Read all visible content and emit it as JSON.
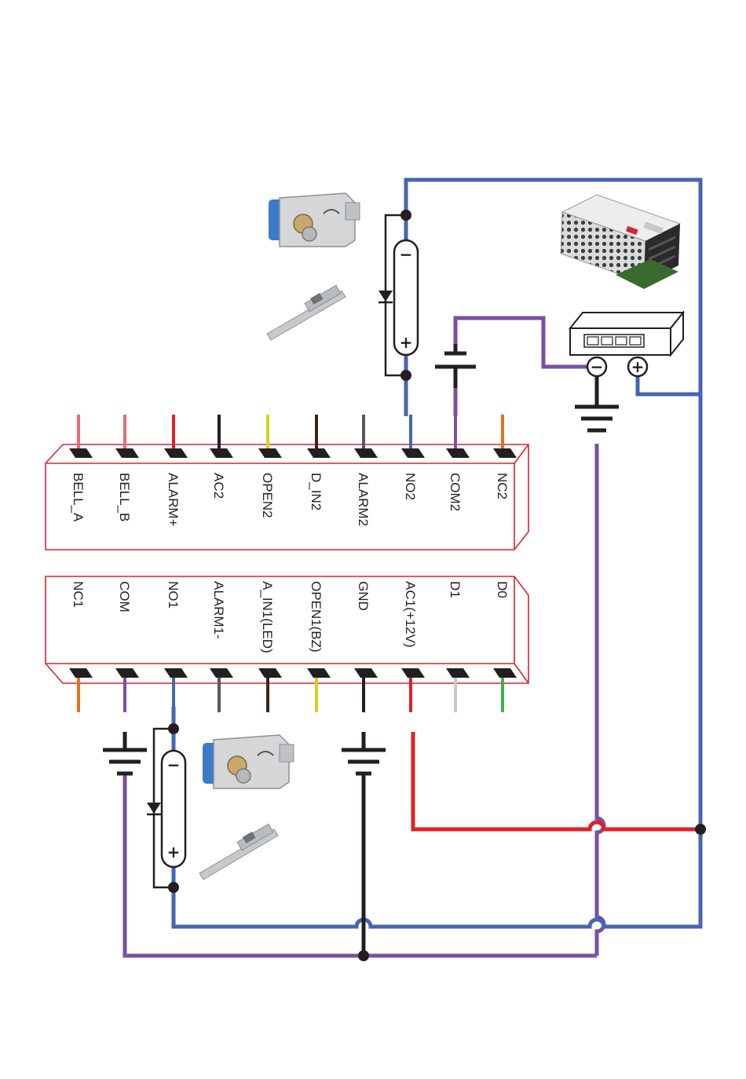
{
  "top_terminal_block": {
    "terminals": [
      {
        "label": "BELL_A",
        "wire_color": "#e8697a"
      },
      {
        "label": "BELL_B",
        "wire_color": "#e8697a"
      },
      {
        "label": "ALARM+",
        "wire_color": "#e21f26"
      },
      {
        "label": "AC2",
        "wire_color": "#231f20"
      },
      {
        "label": "OPEN2",
        "wire_color": "#d6cf1e"
      },
      {
        "label": "D_IN2",
        "wire_color": "#3b2417"
      },
      {
        "label": "ALARM2",
        "wire_color": "#58595b"
      },
      {
        "label": "NO2",
        "wire_color": "#4566b0"
      },
      {
        "label": "COM2",
        "wire_color": "#7b4fa4"
      },
      {
        "label": "NC2",
        "wire_color": "#e86e1c"
      }
    ]
  },
  "bottom_terminal_block": {
    "terminals": [
      {
        "label": "NC1",
        "wire_color": "#e86e1c"
      },
      {
        "label": "COM",
        "wire_color": "#7b4fa4"
      },
      {
        "label": "NO1",
        "wire_color": "#4566b0"
      },
      {
        "label": "ALARM1-",
        "wire_color": "#58595b"
      },
      {
        "label": "A_IN1(LED)",
        "wire_color": "#3b2417"
      },
      {
        "label": "OPEN1(BZ)",
        "wire_color": "#d6cf1e"
      },
      {
        "label": "GND",
        "wire_color": "#231f20"
      },
      {
        "label": "AC1(+12V)",
        "wire_color": "#e21f26"
      },
      {
        "label": "D1",
        "wire_color": "#c8c8c8"
      },
      {
        "label": "D0",
        "wire_color": "#3fb14b"
      }
    ]
  },
  "symbols": {
    "lock_minus": "−",
    "lock_plus": "+",
    "psu_minus": "−",
    "psu_plus": "+"
  },
  "colors": {
    "blue_wire": "#4566b0",
    "purple_wire": "#7b4fa4",
    "red_wire": "#e21f26",
    "black_wire": "#231f20",
    "block_outline": "#d7262e"
  },
  "icons": [
    "electric-lock-icon",
    "electric-strike-icon",
    "power-supply-icon",
    "psu-terminal-icon",
    "ground-icon",
    "capacitor-icon",
    "lock-coil-icon",
    "diode-icon"
  ]
}
